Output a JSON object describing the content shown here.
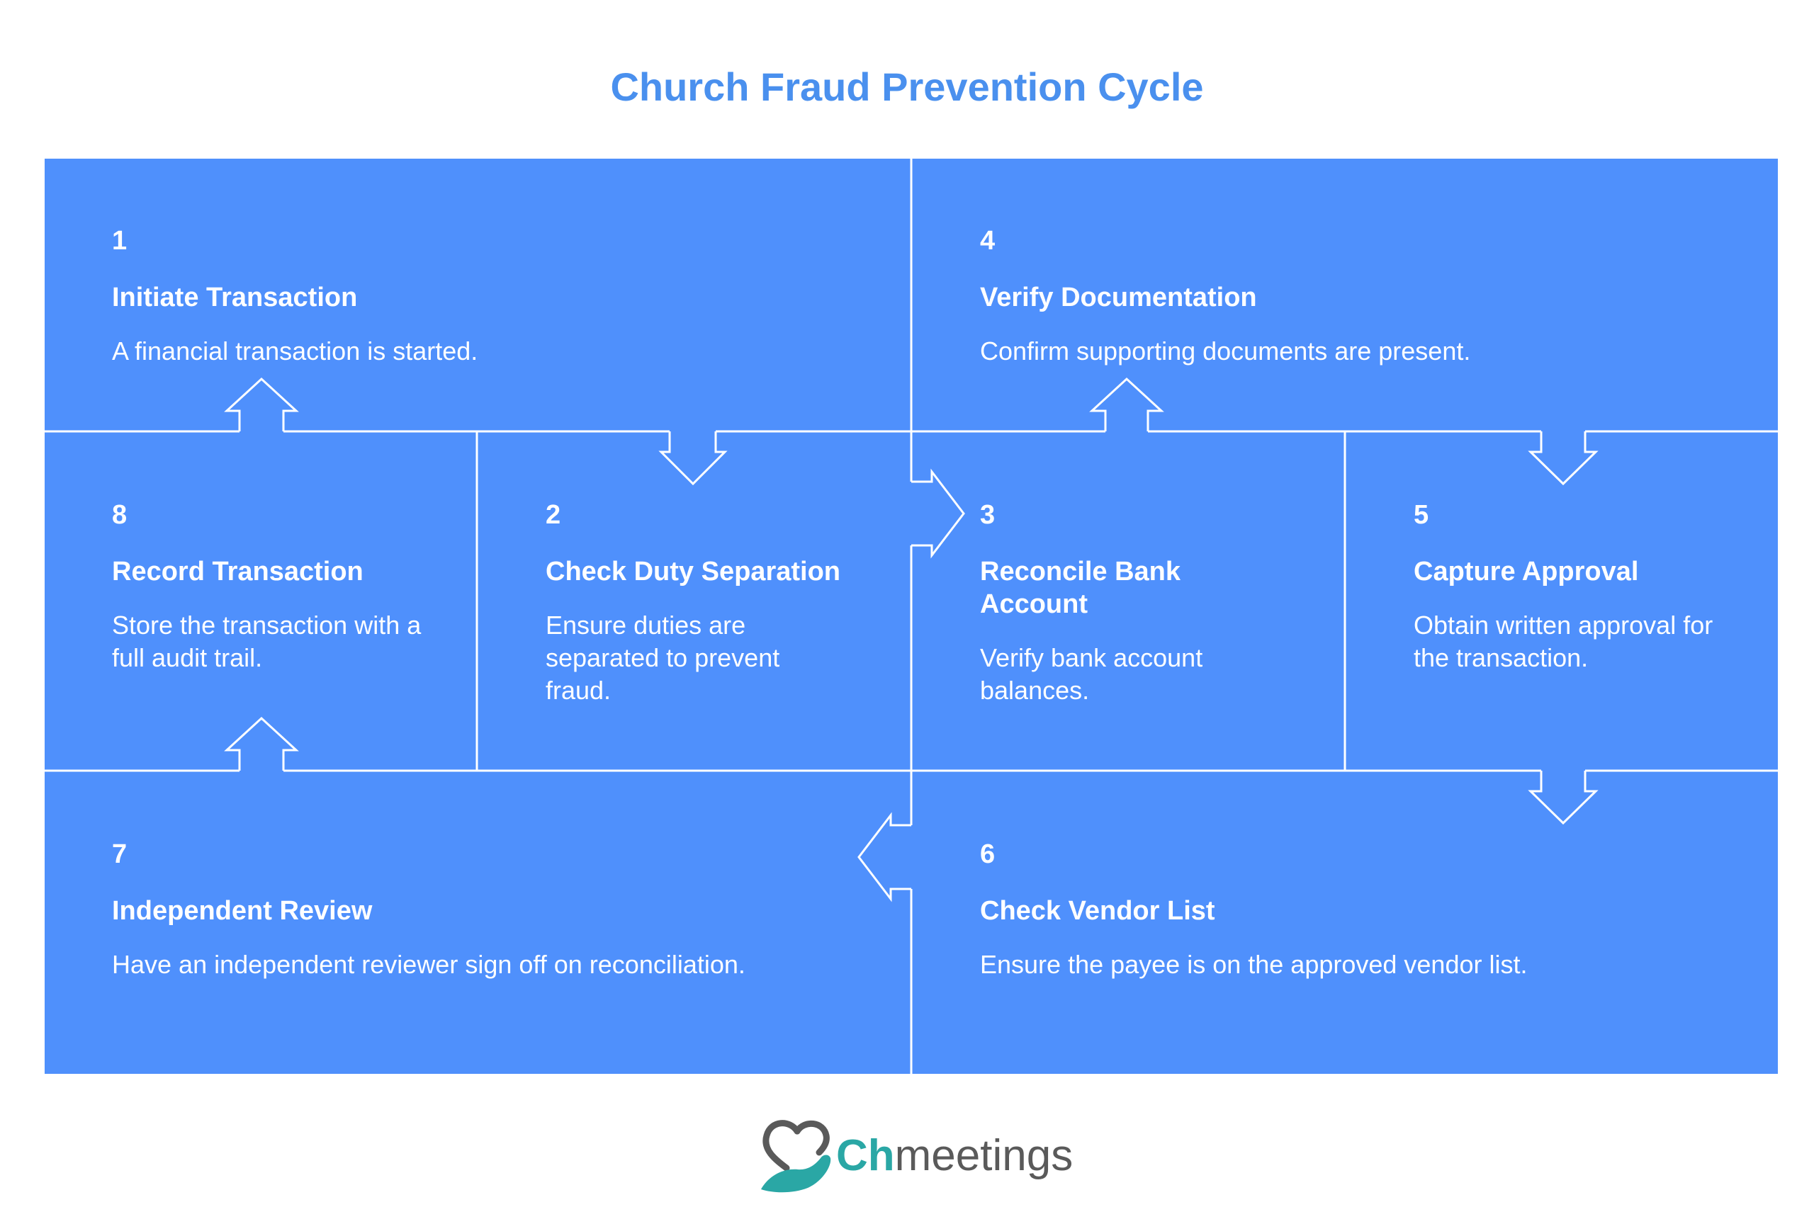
{
  "title": "Church Fraud Prevention Cycle",
  "steps": [
    {
      "num": "1",
      "title": "Initiate Transaction",
      "desc": "A financial transaction is started."
    },
    {
      "num": "2",
      "title": "Check Duty Separation",
      "desc": "Ensure duties are separated to prevent fraud."
    },
    {
      "num": "3",
      "title": "Reconcile Bank Account",
      "desc": "Verify bank account balances."
    },
    {
      "num": "4",
      "title": "Verify Documentation",
      "desc": "Confirm supporting documents are present."
    },
    {
      "num": "5",
      "title": "Capture Approval",
      "desc": "Obtain written approval for the transaction."
    },
    {
      "num": "6",
      "title": "Check Vendor List",
      "desc": "Ensure the payee is on the approved vendor list."
    },
    {
      "num": "7",
      "title": "Independent Review",
      "desc": "Have an independent reviewer sign off on reconciliation."
    },
    {
      "num": "8",
      "title": "Record Transaction",
      "desc": "Store the transaction with a full audit trail."
    }
  ],
  "logo": {
    "prefix": "Ch",
    "suffix": "meetings"
  },
  "colors": {
    "panel": "#4f90fc",
    "title": "#4a90ee",
    "logo_teal": "#2aa7a5",
    "logo_gray": "#5a5a5a"
  }
}
